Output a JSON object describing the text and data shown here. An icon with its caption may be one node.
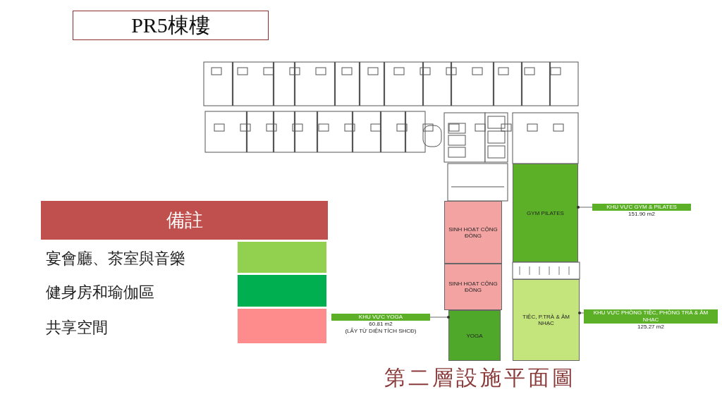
{
  "diagram": {
    "title": "PR5棟樓",
    "caption": "第二層設施平面圖",
    "nodes": [
      {
        "text": [
          "GYM PILATES"
        ]
      },
      {
        "text": [
          "SINH HOẠT CỘNG ĐỒNG"
        ]
      },
      {
        "text": [
          "SINH HOẠT CỘNG ĐỒNG"
        ]
      },
      {
        "text": [
          "YOGA"
        ]
      },
      {
        "text": [
          "TIỆC, P.TRÀ & ÂM NHẠC"
        ]
      },
      {
        "text": [
          "KHU VỰC GYM & PILATES",
          "151.90 m2"
        ]
      },
      {
        "text": [
          "KHU VỰC PHÒNG TIỆC, PHÒNG TRÀ & ÂM NHẠC",
          "125.27 m2"
        ]
      },
      {
        "text": [
          "KHU VỰC YOGA",
          "60.81 m2",
          "(LẤY TỪ DIỆN TÍCH SHCĐ)"
        ]
      }
    ],
    "edges": [
      {
        "from": 5,
        "to": 0,
        "arrow": "other"
      },
      {
        "from": 6,
        "to": 4,
        "arrow": "other"
      },
      {
        "from": 7,
        "to": 3,
        "arrow": "other"
      }
    ],
    "labels": [
      "備註"
    ],
    "legend": [
      {
        "text": "宴會廳、茶室與音樂",
        "color": "#92d050"
      },
      {
        "text": "健身房和瑜伽區",
        "color": "#00b050"
      },
      {
        "text": "共享空間",
        "color": "#ff8c8c"
      }
    ]
  }
}
